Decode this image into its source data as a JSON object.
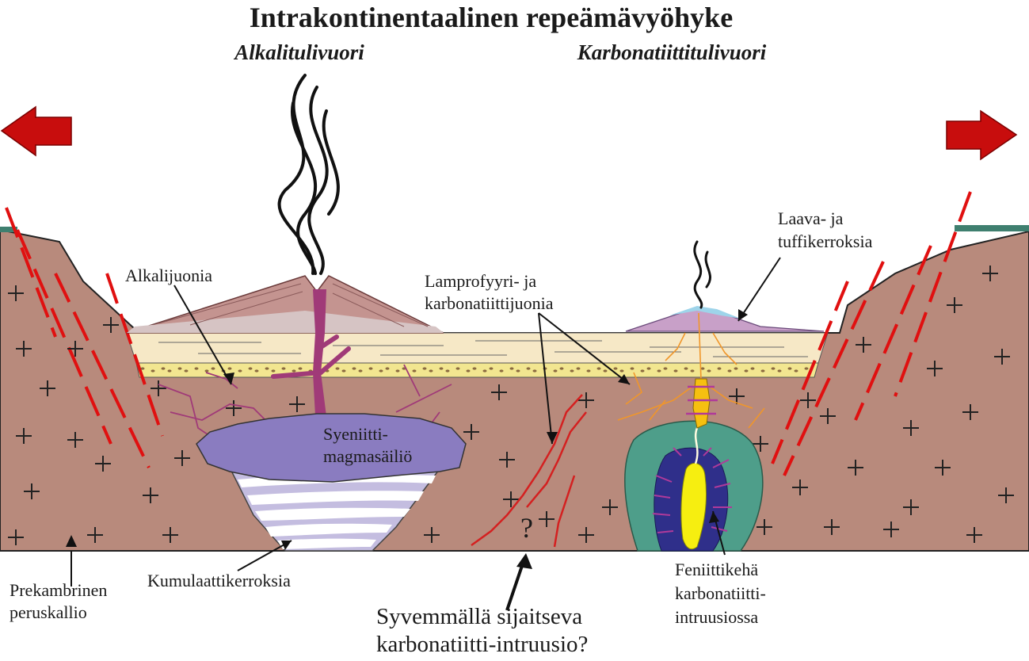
{
  "title": "Intrakontinentaalinen repeämävyöhyke",
  "volcano_left_label": "Alkalitulivuori",
  "volcano_right_label": "Karbonatiittitulivuori",
  "labels": {
    "alkali_dikes": "Alkalijuonia",
    "lamprophyre_line1": "Lamprofyyri- ja",
    "lamprophyre_line2": "karbonatiittijuonia",
    "lava_line1": "Laava- ja",
    "lava_line2": "tuffikerroksia",
    "syenite_line1": "Syeniitti-",
    "syenite_line2": "magmasäiliö",
    "cumulate": "Kumulaattikerroksia",
    "bedrock_line1": "Prekambrinen",
    "bedrock_line2": "peruskallio",
    "deep_line1": "Syvemmällä sijaitseva",
    "deep_line2": "karbonatiitti-intruusio?",
    "question": "?",
    "fenite_line1": "Feniittikehä",
    "fenite_line2": "karbonatiitti-",
    "fenite_line3": "intruusiossa"
  },
  "colors": {
    "bedrock": "#b88a7c",
    "fault": "#e01010",
    "arrow": "#c80d0d",
    "syenite_chamber": "#8a7cc0",
    "cumulate": "#c4bde0",
    "magma_conduit": "#a03a78",
    "sediment_cream": "#f6e8c6",
    "sediment_yellow": "#f2e690",
    "fenite_halo": "#4e9e8a",
    "carbonatite_core": "#2f2f8a",
    "carbonatite_yellow": "#f6ee10",
    "dike_orange": "#f0962a",
    "ground_green": "#3f7f6f"
  }
}
